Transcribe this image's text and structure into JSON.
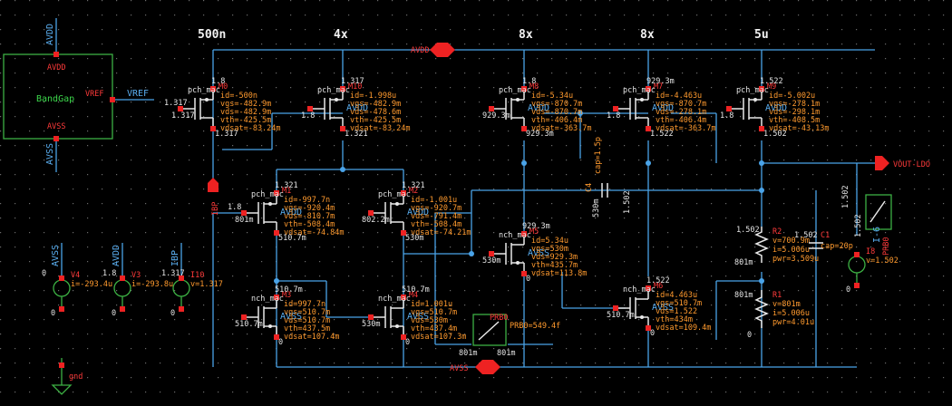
{
  "multipliers": [
    "500n",
    "4x",
    "8x",
    "8x",
    "5u"
  ],
  "nets": {
    "avdd": "AVDD",
    "avss": "AVSS",
    "vref": "VREF",
    "ibp": "IBP",
    "vout": "VOUT-LDO",
    "gnd": "gnd",
    "prb0": "PRB0",
    "prb0_val": "PRB0=549.4f",
    "probe_i": "I-6",
    "probe_prb": "PRB0"
  },
  "bandgap": {
    "label": "BandGap",
    "pin_avdd": "AVDD",
    "pin_vref": "VREF",
    "pin_avss": "AVSS",
    "net_avdd": "AVDD",
    "net_avss": "AVSS"
  },
  "sources": [
    {
      "net": "AVSS",
      "name": "V4",
      "v": "0",
      "i": "i=-293.4u",
      "bot": "0"
    },
    {
      "net": "AVDD",
      "name": "V3",
      "v": "1.8",
      "i": "i=-293.8u",
      "bot": "0"
    },
    {
      "net": "IBP",
      "name": "I10",
      "v": "1.317",
      "i": "v=1.317",
      "bot": "0"
    },
    {
      "name": "I8",
      "i": "v=1.502",
      "bot": "0"
    }
  ],
  "devices": [
    {
      "id": "M0",
      "type": "pch_mac",
      "lines": [
        "id=-500n",
        "vgs=-482.9m",
        "vds=-482.9m",
        "vth=-425.5m",
        "vdsat=-83.24m"
      ],
      "pins": [
        "1.8",
        "1.317",
        "1.317",
        "1.317"
      ]
    },
    {
      "id": "M10",
      "type": "pch_mac",
      "lines": [
        "id=-1.998u",
        "vgs=-482.9m",
        "vds=-478.6m",
        "vth=-425.5m",
        "vdsat=-83.24m"
      ],
      "pins": [
        "1.317",
        "1.8",
        "1.321"
      ],
      "sub": "AVDD"
    },
    {
      "id": "M8",
      "type": "pch_mac",
      "lines": [
        "id=-5.34u",
        "vgs=-870.7m",
        "vds=-870.7m",
        "vth=-406.4m",
        "vdsat=-363.7m"
      ],
      "pins": [
        "1.8",
        "929.3m",
        "929.3m"
      ],
      "sub": "AVDD"
    },
    {
      "id": "M7",
      "type": "pch_mac",
      "lines": [
        "id=-4.463u",
        "vgs=-870.7m",
        "vds=-278.1m",
        "vth=-406.4m",
        "vdsat=-363.7m"
      ],
      "pins": [
        "929.3m",
        "1.8",
        "1.522"
      ],
      "sub": "AVDD"
    },
    {
      "id": "M9",
      "type": "pch_mac",
      "lines": [
        "id=-5.002u",
        "vgs=-278.1m",
        "vds=-298.1m",
        "vth=-408.5m",
        "vdsat=-43.13m"
      ],
      "pins": [
        "1.522",
        "1.8",
        "1.502"
      ],
      "sub": "AVDD"
    },
    {
      "id": "M1",
      "type": "pch_mac",
      "lines": [
        "id=-997.7n",
        "vgs=-920.4m",
        "vds=-810.7m",
        "vth=-508.4m",
        "vdsat=-74.84m"
      ],
      "pins": [
        "1.321",
        "801m",
        "510.7m",
        "1.8"
      ],
      "sub": "AVDD"
    },
    {
      "id": "M2",
      "type": "pch_mac",
      "lines": [
        "id=-1.001u",
        "vgs=-920.7m",
        "vds=-791.4m",
        "vth=-508.4m",
        "vdsat=-74.21m"
      ],
      "pins": [
        "1.321",
        "802.2m",
        "530m"
      ],
      "sub": "AVDD"
    },
    {
      "id": "M5",
      "type": "nch_mac",
      "lines": [
        "id=5.34u",
        "vgs=530m",
        "vds=929.3m",
        "vth=435.7m",
        "vdsat=113.8m"
      ],
      "pins": [
        "929.3m",
        "530m",
        "0"
      ],
      "sub": "AVSS"
    },
    {
      "id": "M3",
      "type": "nch_mac",
      "lines": [
        "id=997.7n",
        "vgs=510.7m",
        "vds=510.7m",
        "vth=437.5m",
        "vdsat=107.4m"
      ],
      "pins": [
        "510.7m",
        "510.7m",
        "0"
      ],
      "sub": "AVSS"
    },
    {
      "id": "M4",
      "type": "nch_mac",
      "lines": [
        "id=1.001u",
        "vgs=510.7m",
        "vds=530m",
        "vth=437.4m",
        "vdsat=107.3m"
      ],
      "pins": [
        "510.7m",
        "530m",
        "0"
      ],
      "sub": "AVSS"
    },
    {
      "id": "M6",
      "type": "nch_mac",
      "lines": [
        "id=4.463u",
        "vgs=510.7m",
        "vds=1.522",
        "vth=434m",
        "vdsat=109.4m"
      ],
      "pins": [
        "1.522",
        "510.7m",
        "0"
      ],
      "sub": "AVSS"
    }
  ],
  "cap_c4": {
    "name": "C4",
    "val": "cap=1.5p",
    "left": "530m",
    "right": "1.502"
  },
  "res_r2": {
    "name": "R2",
    "lines": [
      "v=700.9m",
      "i=5.006u",
      "pwr=3.509u"
    ],
    "top": "1.502",
    "bot": "801m"
  },
  "res_r1": {
    "name": "R1",
    "lines": [
      "v=801m",
      "i=5.006u",
      "pwr=4.01u"
    ],
    "top": "801m",
    "bot": "0"
  },
  "cap_c1": {
    "name": "C1",
    "val": "cap=20p",
    "top": "1.502"
  },
  "misc": {
    "fb1": "801m",
    "fb2": "801m",
    "v1502": "1.502",
    "v0": "0"
  }
}
